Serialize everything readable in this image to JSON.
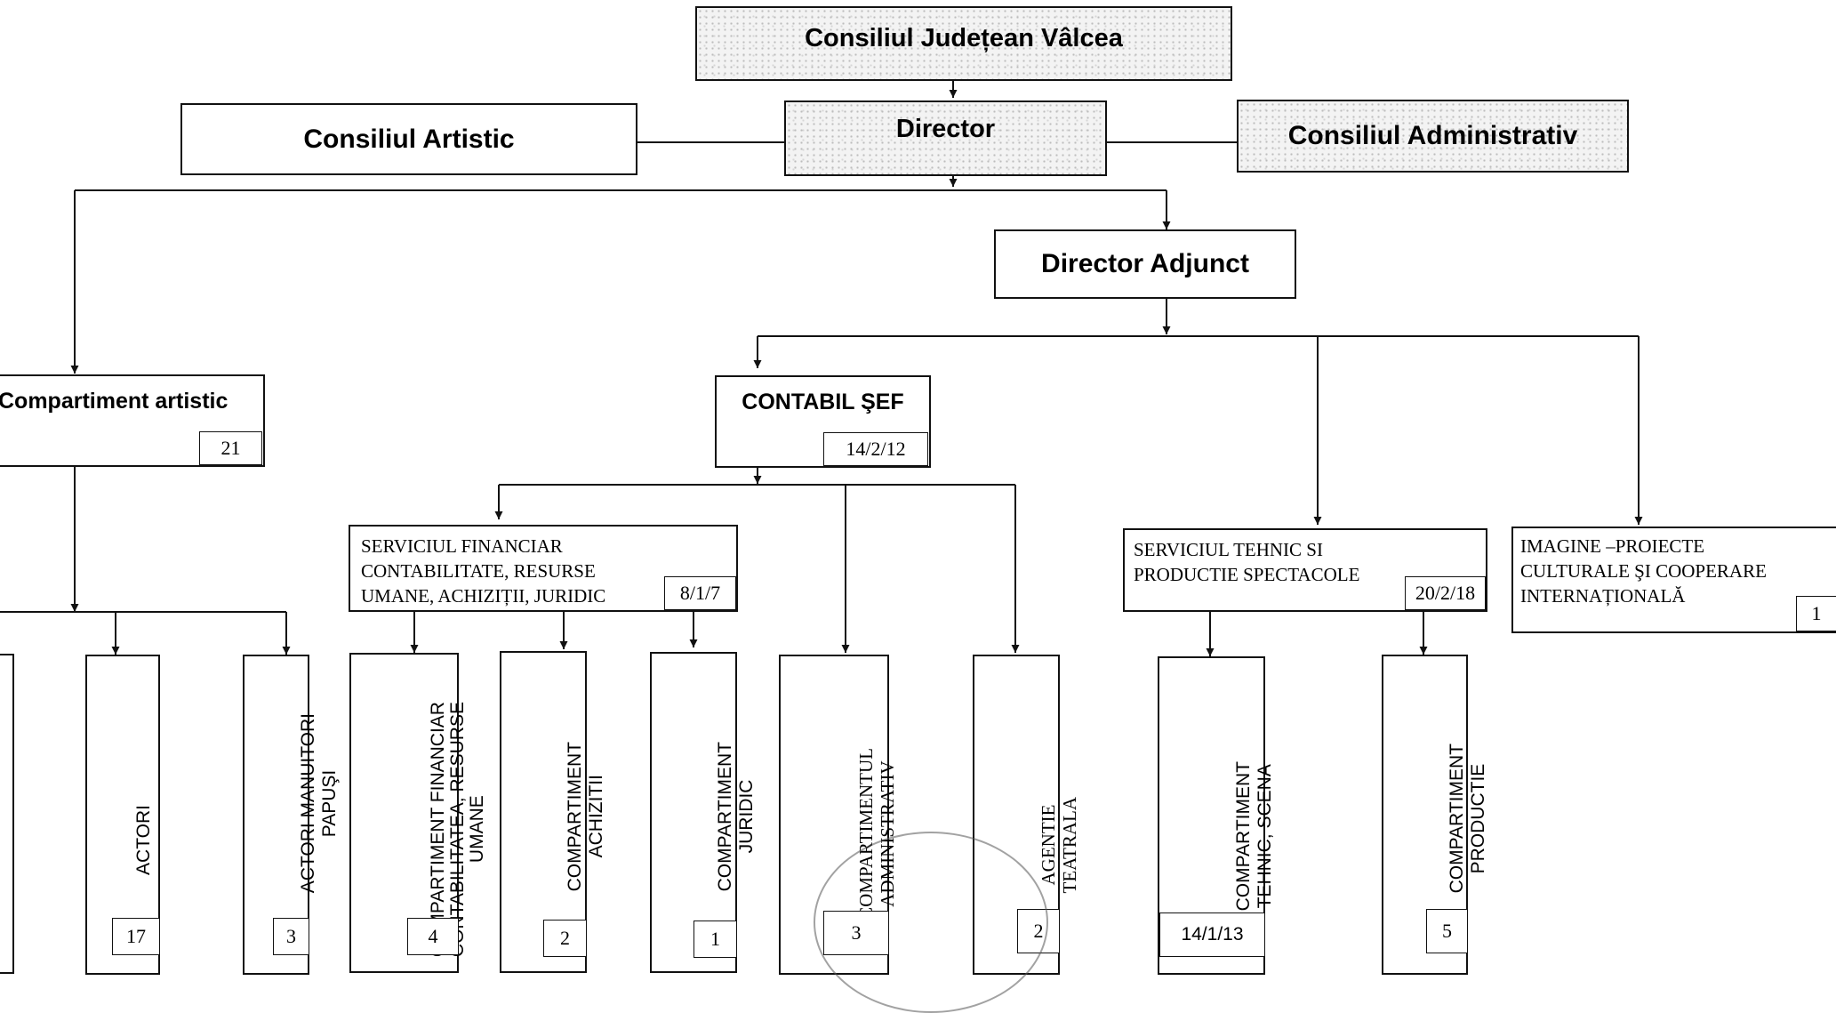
{
  "top": {
    "title": "Consiliul Județean Vâlcea"
  },
  "director": {
    "title": "Director"
  },
  "council_artistic": {
    "title": "Consiliul Artistic"
  },
  "council_admin": {
    "title": "Consiliul Administrativ"
  },
  "deputy": {
    "title": "Director Adjunct"
  },
  "artistic_dept": {
    "title": "Compartiment artistic",
    "count": "21"
  },
  "chief_accountant": {
    "title": "CONTABIL ŞEF",
    "count": "14/2/12"
  },
  "financial_service": {
    "title": "SERVICIUL FINANCIAR\nCONTABILITATE, RESURSE\nUMANE,  ACHIZIȚII, JURIDIC",
    "count": "8/1/7"
  },
  "technical_service": {
    "title": "SERVICIUL TEHNIC SI\nPRODUCTIE SPECTACOLE",
    "count": "20/2/18"
  },
  "image_projects": {
    "title": "IMAGINE –PROIECTE\nCULTURALE ŞI COOPERARE\nINTERNAȚIONALĂ",
    "count": "1"
  },
  "columns": {
    "actori": {
      "label": "ACTORI",
      "count": "17"
    },
    "manuitori": {
      "label": "ACTORI MANUITORI\nPAPUŞI",
      "count": "3"
    },
    "financiar": {
      "label": "COMPARTIMENT FINANCIAR\nCONTABILITATEA, RESURSE\nUMANE",
      "count": "4"
    },
    "achizitii": {
      "label": "COMPARTIMENT\nACHIZITII",
      "count": "2"
    },
    "juridic": {
      "label": "COMPARTIMENT\nJURIDIC",
      "count": "1"
    },
    "administrativ": {
      "label": "COMPARTIMENTUL\nADMINISTRATIV",
      "count": "3"
    },
    "agentie": {
      "label": "AGENTIE\nTEATRALA",
      "count": "2"
    },
    "scena": {
      "label": "COMPARTIMENT\nTEHNIC, SCENA",
      "count": "14/1/13"
    },
    "productie": {
      "label": "COMPARTIMENT\nPRODUCTIE",
      "count": "5"
    }
  }
}
